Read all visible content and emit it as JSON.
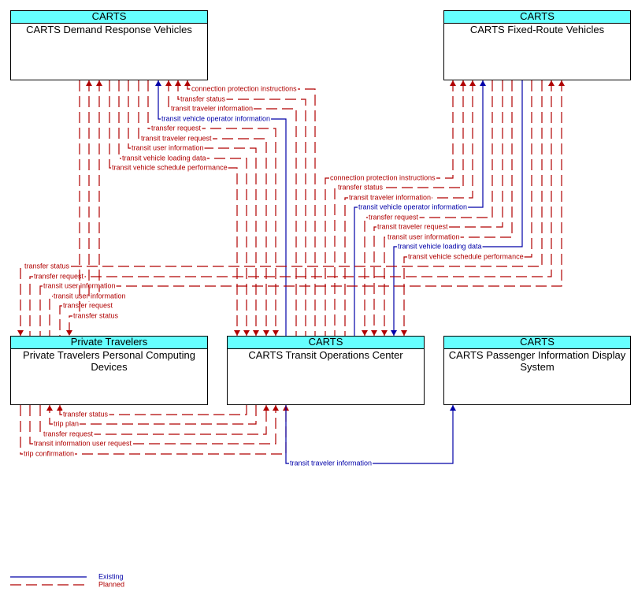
{
  "colors": {
    "existing": "#0000a8",
    "planned": "#b00000",
    "header_fill": "#66ffff",
    "border": "#000000"
  },
  "nodes": [
    {
      "id": "drv",
      "owner": "CARTS",
      "name": "CARTS Demand Response Vehicles"
    },
    {
      "id": "frv",
      "owner": "CARTS",
      "name": "CARTS Fixed-Route Vehicles"
    },
    {
      "id": "ptd",
      "owner": "Private Travelers",
      "name": "Private Travelers Personal Computing Devices"
    },
    {
      "id": "toc",
      "owner": "CARTS",
      "name": "CARTS Transit Operations Center"
    },
    {
      "id": "pids",
      "owner": "CARTS",
      "name": "CARTS Passenger Information Display System"
    }
  ],
  "flows": [
    {
      "from": "toc",
      "to": "drv",
      "label": "connection protection instructions",
      "status": "planned"
    },
    {
      "from": "toc",
      "to": "drv",
      "label": "transfer status",
      "status": "planned"
    },
    {
      "from": "toc",
      "to": "drv",
      "label": "transit traveler information",
      "status": "planned"
    },
    {
      "from": "toc",
      "to": "drv",
      "label": "transit vehicle operator information",
      "status": "existing"
    },
    {
      "from": "drv",
      "to": "toc",
      "label": "transfer request",
      "status": "planned"
    },
    {
      "from": "drv",
      "to": "toc",
      "label": "transit traveler request",
      "status": "planned"
    },
    {
      "from": "drv",
      "to": "toc",
      "label": "transit user information",
      "status": "planned"
    },
    {
      "from": "drv",
      "to": "toc",
      "label": "transit vehicle loading data",
      "status": "planned"
    },
    {
      "from": "drv",
      "to": "toc",
      "label": "transit vehicle schedule performance",
      "status": "planned"
    },
    {
      "from": "toc",
      "to": "frv",
      "label": "connection protection instructions",
      "status": "planned"
    },
    {
      "from": "toc",
      "to": "frv",
      "label": "transfer status",
      "status": "planned"
    },
    {
      "from": "toc",
      "to": "frv",
      "label": "transit traveler information",
      "status": "planned"
    },
    {
      "from": "toc",
      "to": "frv",
      "label": "transit vehicle operator information",
      "status": "existing"
    },
    {
      "from": "frv",
      "to": "toc",
      "label": "transfer request",
      "status": "planned"
    },
    {
      "from": "frv",
      "to": "toc",
      "label": "transit traveler request",
      "status": "planned"
    },
    {
      "from": "frv",
      "to": "toc",
      "label": "transit user information",
      "status": "planned"
    },
    {
      "from": "frv",
      "to": "toc",
      "label": "transit vehicle loading data",
      "status": "existing"
    },
    {
      "from": "frv",
      "to": "toc",
      "label": "transit vehicle schedule performance",
      "status": "planned"
    },
    {
      "from": "frv",
      "to": "ptd",
      "label": "transfer status",
      "status": "planned"
    },
    {
      "from": "ptd",
      "to": "frv",
      "label": "transfer request",
      "status": "planned"
    },
    {
      "from": "ptd",
      "to": "frv",
      "label": "transit user information",
      "status": "planned"
    },
    {
      "from": "ptd",
      "to": "drv",
      "label": "transit user information",
      "status": "planned"
    },
    {
      "from": "ptd",
      "to": "drv",
      "label": "transfer request",
      "status": "planned"
    },
    {
      "from": "drv",
      "to": "ptd",
      "label": "transfer status",
      "status": "planned"
    },
    {
      "from": "toc",
      "to": "ptd",
      "label": "transfer status",
      "status": "planned"
    },
    {
      "from": "toc",
      "to": "ptd",
      "label": "trip plan",
      "status": "planned"
    },
    {
      "from": "ptd",
      "to": "toc",
      "label": "transfer request",
      "status": "planned"
    },
    {
      "from": "ptd",
      "to": "toc",
      "label": "transit information user request",
      "status": "planned"
    },
    {
      "from": "ptd",
      "to": "toc",
      "label": "trip confirmation",
      "status": "planned"
    },
    {
      "from": "toc",
      "to": "pids",
      "label": "transit traveler information",
      "status": "existing"
    }
  ],
  "legend": {
    "existing_label": "Existing",
    "planned_label": "Planned"
  }
}
